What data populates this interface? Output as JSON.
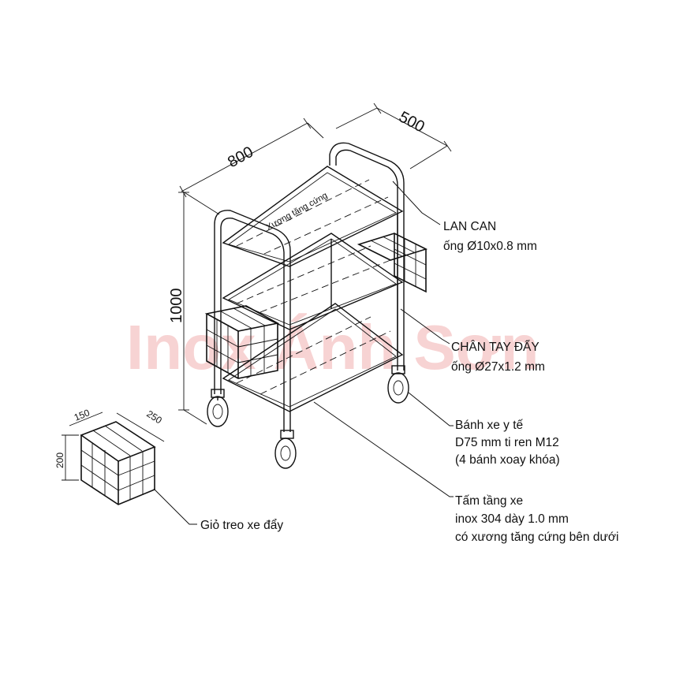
{
  "watermark": "Inox Ánh Sơn",
  "dimensions": {
    "length": "800",
    "width": "500",
    "height": "1000",
    "basket_depth": "150",
    "basket_length": "250",
    "basket_height": "200"
  },
  "note": "Xương tăng cứng",
  "labels": {
    "railing_title": "LAN CAN",
    "railing_spec": "ống Ø10x0.8 mm",
    "leg_title": "CHÂN TAY ĐẨY",
    "leg_spec": "ống Ø27x1.2 mm",
    "wheel_line1": "Bánh xe y tế",
    "wheel_line2": "D75 mm ti ren M12",
    "wheel_line3": "(4 bánh xoay khóa)",
    "shelf_line1": "Tấm tầng xe",
    "shelf_line2": "inox 304 dày 1.0 mm",
    "shelf_line3": "có xương tăng cứng bên dưới",
    "basket_label": "Giỏ treo xe đẩy"
  }
}
